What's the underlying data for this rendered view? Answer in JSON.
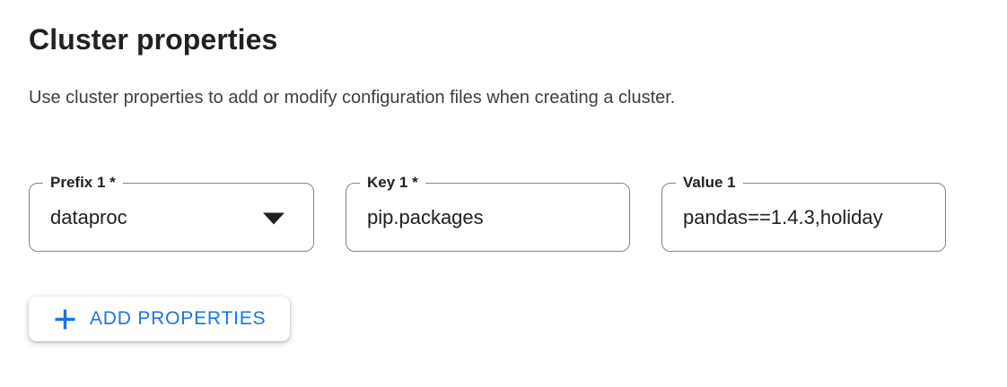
{
  "page": {
    "title": "Cluster properties",
    "description": "Use cluster properties to add or modify configuration files when creating a cluster."
  },
  "form": {
    "fields": [
      {
        "label": "Prefix 1 *",
        "value": "dataproc",
        "type": "select",
        "required": true
      },
      {
        "label": "Key 1 *",
        "value": "pip.packages",
        "type": "text",
        "required": true
      },
      {
        "label": "Value 1",
        "value": "pandas==1.4.3,holiday",
        "type": "text",
        "required": false
      }
    ],
    "add_button": {
      "label": "ADD PROPERTIES",
      "icon": "plus"
    }
  },
  "icons": {
    "prefix_dropdown": "caret-down",
    "add_properties": "plus"
  },
  "colors": {
    "accent_blue": "#1a73e8",
    "text_primary": "#202124",
    "text_secondary": "#3c4043",
    "field_border": "#80868b",
    "background": "#ffffff"
  }
}
